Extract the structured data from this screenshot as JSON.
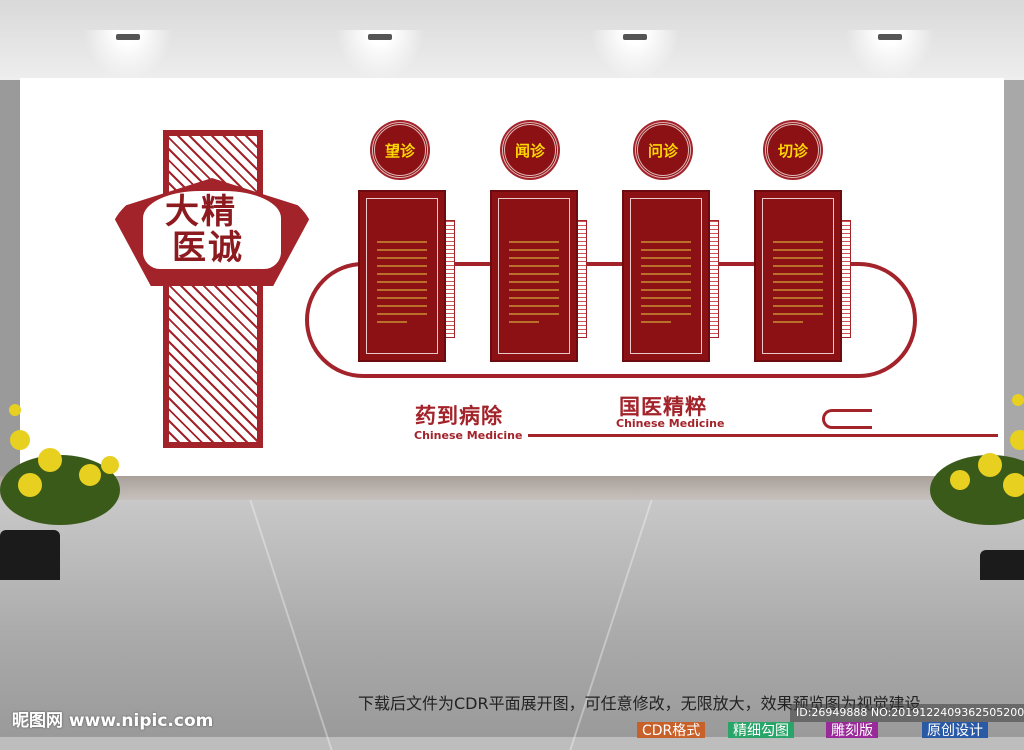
{
  "emblem": {
    "title_line1": "大精",
    "title_line2": "医诚"
  },
  "seals": [
    "望诊",
    "闻诊",
    "问诊",
    "切诊"
  ],
  "slogans": [
    {
      "title": "药到病除",
      "subtitle": "Chinese Medicine"
    },
    {
      "title": "国医精粹",
      "subtitle": "Chinese Medicine"
    }
  ],
  "footer": {
    "notice": "下载后文件为CDR平面展开图，可任意修改，无限放大，效果预览图为视觉建设",
    "id_line": "ID:26949888 NO:20191224093625052000",
    "watermark": "昵图网 www.nipic.com",
    "badges": [
      {
        "label": "CDR格式",
        "color": "#c8602a"
      },
      {
        "label": "精细勾图",
        "color": "#2aa56a"
      },
      {
        "label": "雕刻版",
        "color": "#9a2a9a"
      },
      {
        "label": "原创设计",
        "color": "#2a5aa5"
      }
    ]
  },
  "colors": {
    "accent": "#a3232a",
    "panel": "#8b1114",
    "seal_text": "#ffd700"
  }
}
